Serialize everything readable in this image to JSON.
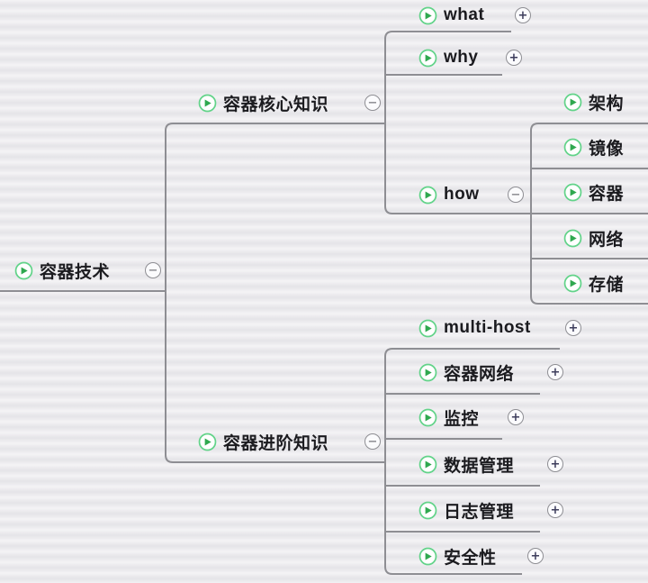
{
  "mindmap": {
    "root": {
      "label": "容器技术",
      "toggle": "−",
      "state": "expanded"
    },
    "branches": [
      {
        "label": "容器核心知识",
        "toggle": "−",
        "state": "expanded",
        "children": [
          {
            "label": "what",
            "toggle": "+",
            "state": "collapsed"
          },
          {
            "label": "why",
            "toggle": "+",
            "state": "collapsed"
          },
          {
            "label": "how",
            "toggle": "−",
            "state": "expanded",
            "children": [
              {
                "label": "架构"
              },
              {
                "label": "镜像"
              },
              {
                "label": "容器"
              },
              {
                "label": "网络"
              },
              {
                "label": "存储"
              }
            ]
          }
        ]
      },
      {
        "label": "容器进阶知识",
        "toggle": "−",
        "state": "expanded",
        "children": [
          {
            "label": "multi-host",
            "toggle": "+",
            "state": "collapsed"
          },
          {
            "label": "容器网络",
            "toggle": "+",
            "state": "collapsed"
          },
          {
            "label": "监控",
            "toggle": "+",
            "state": "collapsed"
          },
          {
            "label": "数据管理",
            "toggle": "+",
            "state": "collapsed"
          },
          {
            "label": "日志管理",
            "toggle": "+",
            "state": "collapsed"
          },
          {
            "label": "安全性",
            "toggle": "+",
            "state": "collapsed"
          }
        ]
      }
    ],
    "colors": {
      "background": "#ecebee",
      "line": "#8e8e93",
      "text": "#1b1b1f",
      "icon_ring": "#62d389",
      "icon_play": "#2fa84f",
      "toggle_plus_glyph": "#3d3d5c",
      "toggle_minus_glyph": "#8e8e93"
    }
  }
}
